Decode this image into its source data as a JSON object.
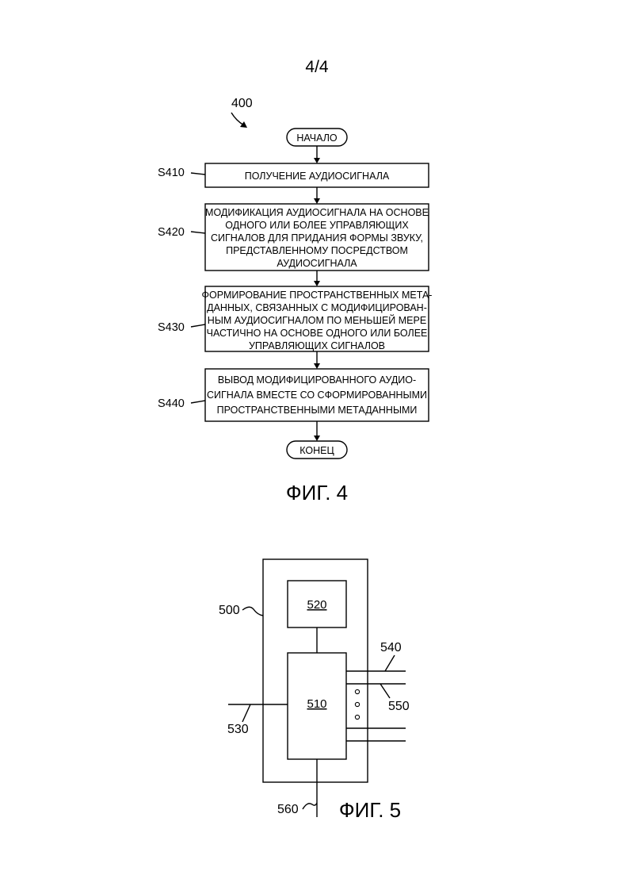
{
  "page_number": "4/4",
  "fig4": {
    "ref": "400",
    "start_label": "НАЧАЛО",
    "end_label": "КОНЕЦ",
    "caption": "ФИГ. 4",
    "steps": [
      {
        "id": "S410",
        "lines": [
          "ПОЛУЧЕНИЕ АУДИОСИГНАЛА"
        ]
      },
      {
        "id": "S420",
        "lines": [
          "МОДИФИКАЦИЯ АУДИОСИГНАЛА НА ОСНОВЕ",
          "ОДНОГО ИЛИ БОЛЕЕ УПРАВЛЯЮЩИХ",
          "СИГНАЛОВ ДЛЯ ПРИДАНИЯ ФОРМЫ ЗВУКУ,",
          "ПРЕДСТАВЛЕННОМУ ПОСРЕДСТВОМ",
          "АУДИОСИГНАЛА"
        ]
      },
      {
        "id": "S430",
        "lines": [
          "ФОРМИРОВАНИЕ ПРОСТРАНСТВЕННЫХ МЕТА-",
          "ДАННЫХ, СВЯЗАННЫХ С МОДИФИЦИРОВАН-",
          "НЫМ АУДИОСИГНАЛОМ ПО МЕНЬШЕЙ МЕРЕ",
          "ЧАСТИЧНО НА ОСНОВЕ ОДНОГО ИЛИ БОЛЕЕ",
          "УПРАВЛЯЮЩИХ СИГНАЛОВ"
        ]
      },
      {
        "id": "S440",
        "lines": [
          "ВЫВОД МОДИФИЦИРОВАННОГО АУДИО-",
          "СИГНАЛА ВМЕСТЕ СО СФОРМИРОВАННЫМИ",
          "ПРОСТРАНСТВЕННЫМИ МЕТАДАННЫМИ"
        ]
      }
    ]
  },
  "fig5": {
    "device_ref": "500",
    "upper_block": "520",
    "main_block": "510",
    "port_top_ref": "540",
    "port_second_ref": "550",
    "input_ref": "530",
    "output_ref": "560",
    "caption": "ФИГ. 5"
  }
}
